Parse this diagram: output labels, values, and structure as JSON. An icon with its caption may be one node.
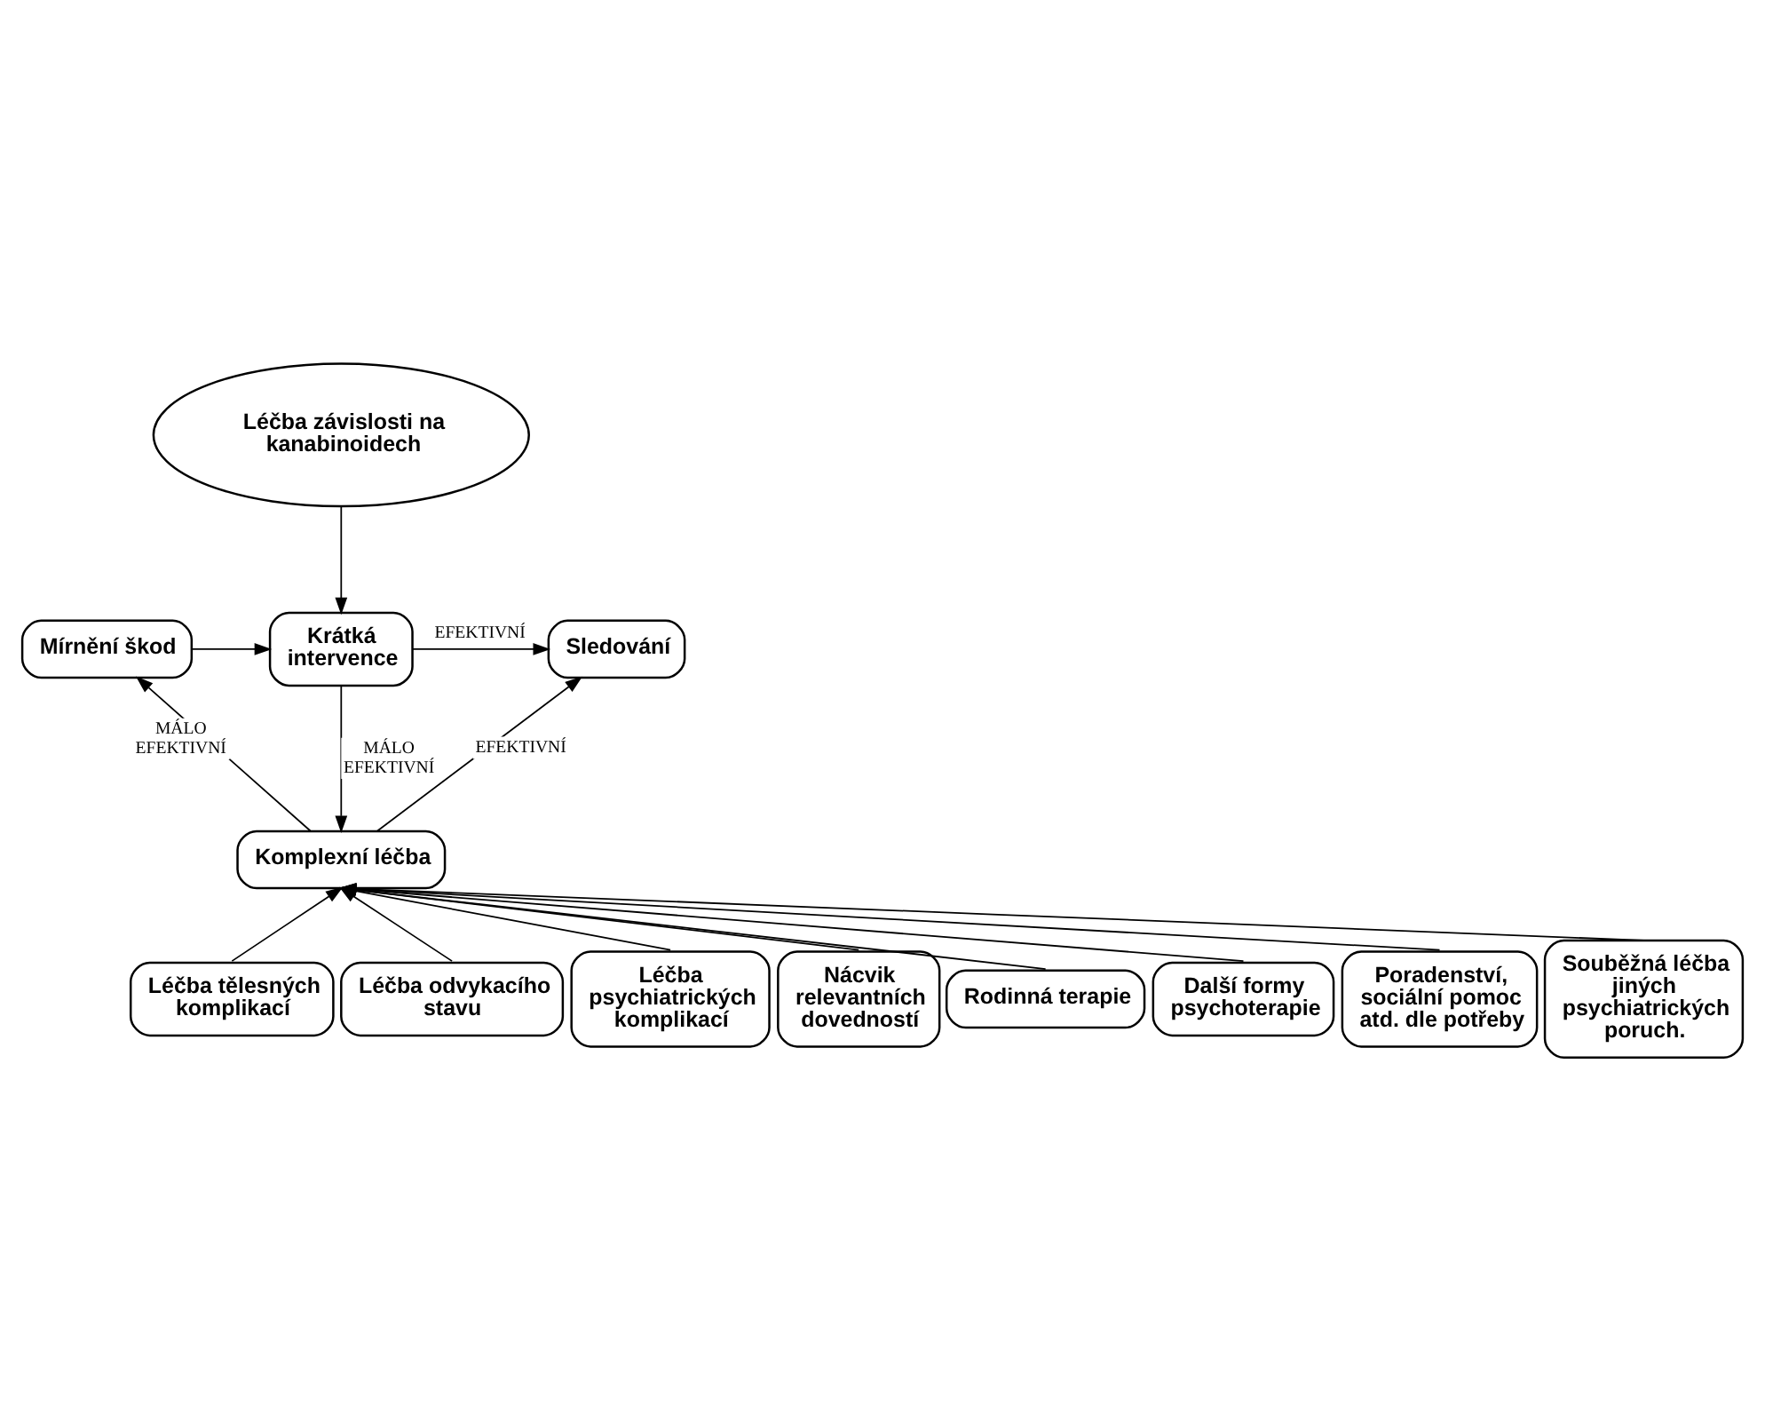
{
  "diagram": {
    "nodes": [
      {
        "text": [
          "Léčba závislosti na kanabinoidech"
        ]
      },
      {
        "text": [
          "Krátká intervence"
        ]
      },
      {
        "text": [
          "Sledování"
        ]
      },
      {
        "text": [
          "Mírnění škod"
        ]
      },
      {
        "text": [
          "Komplexní léčba"
        ]
      },
      {
        "text": [
          "Léčba tělesných komplikací"
        ]
      },
      {
        "text": [
          "Léčba odvykacího stavu"
        ]
      },
      {
        "text": [
          "Léčba psychiatrických komplikací"
        ]
      },
      {
        "text": [
          "Nácvik relevantních dovedností"
        ]
      },
      {
        "text": [
          "Rodinná terapie"
        ]
      },
      {
        "text": [
          "Další formy psychoterapie"
        ]
      },
      {
        "text": [
          "Poradenství, sociální pomoc atd. dle potřeby"
        ]
      },
      {
        "text": [
          "Souběžná léčba jiných psychiatrických poruch."
        ]
      }
    ],
    "edges": [
      {
        "from": 0,
        "to": 1,
        "arrow": "to"
      },
      {
        "from": 1,
        "to": 2,
        "arrow": "to",
        "label": "EFEKTIVNÍ"
      },
      {
        "from": 1,
        "to": 4,
        "arrow": "to",
        "label": "MÁLO EFEKTIVNÍ"
      },
      {
        "from": 4,
        "to": 3,
        "arrow": "to",
        "label": "MÁLO EFEKTIVNÍ"
      },
      {
        "from": 3,
        "to": 1,
        "arrow": "to"
      },
      {
        "from": 4,
        "to": 2,
        "arrow": "to",
        "label": "EFEKTIVNÍ"
      },
      {
        "from": 5,
        "to": 4,
        "arrow": "to"
      },
      {
        "from": 6,
        "to": 4,
        "arrow": "to"
      },
      {
        "from": 7,
        "to": 4,
        "arrow": "to"
      },
      {
        "from": 8,
        "to": 4,
        "arrow": "to"
      },
      {
        "from": 9,
        "to": 4,
        "arrow": "to"
      },
      {
        "from": 10,
        "to": 4,
        "arrow": "to"
      },
      {
        "from": 11,
        "to": 4,
        "arrow": "to"
      },
      {
        "from": 12,
        "to": 4,
        "arrow": "to"
      }
    ]
  }
}
